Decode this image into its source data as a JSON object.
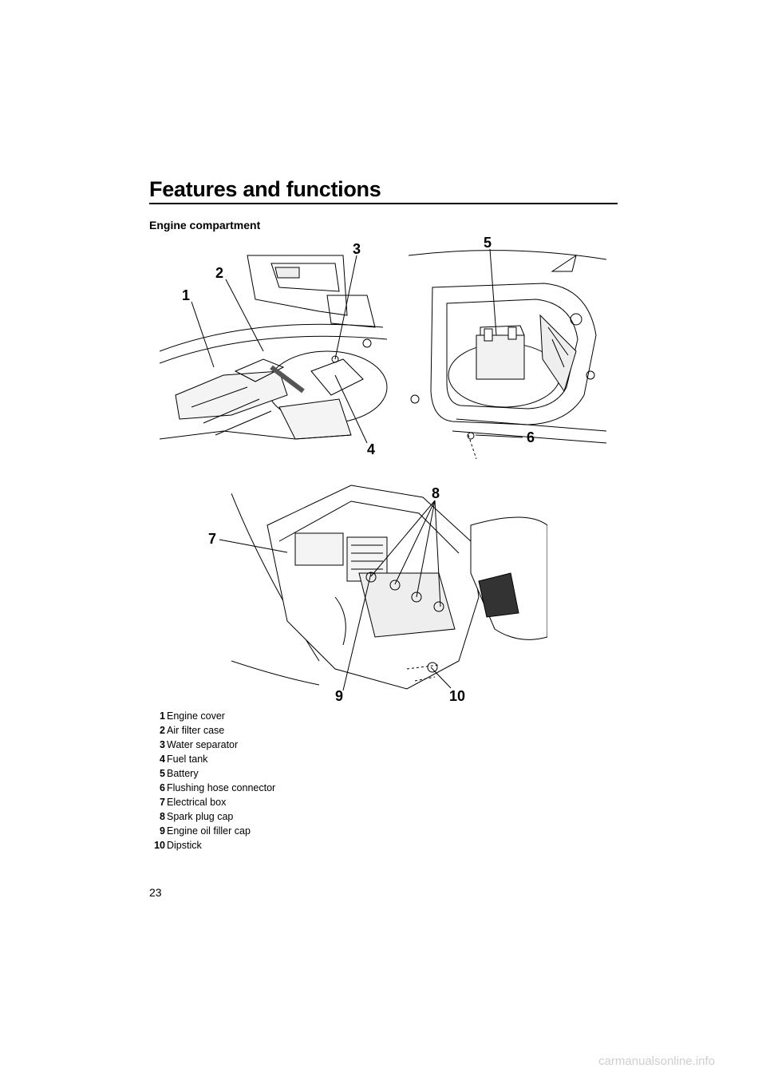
{
  "header": {
    "title": "Features and functions"
  },
  "section": {
    "heading": "Engine compartment"
  },
  "callouts": [
    "1",
    "2",
    "3",
    "4",
    "5",
    "6",
    "7",
    "8",
    "9",
    "10"
  ],
  "legend": [
    {
      "num": "1",
      "label": "Engine cover"
    },
    {
      "num": "2",
      "label": "Air filter case"
    },
    {
      "num": "3",
      "label": "Water separator"
    },
    {
      "num": "4",
      "label": "Fuel tank"
    },
    {
      "num": "5",
      "label": "Battery"
    },
    {
      "num": "6",
      "label": "Flushing hose connector"
    },
    {
      "num": "7",
      "label": "Electrical box"
    },
    {
      "num": "8",
      "label": "Spark plug cap"
    },
    {
      "num": "9",
      "label": "Engine oil filler cap"
    },
    {
      "num": "10",
      "label": "Dipstick"
    }
  ],
  "footer": {
    "page_number": "23",
    "watermark": "carmanualsonline.info"
  }
}
